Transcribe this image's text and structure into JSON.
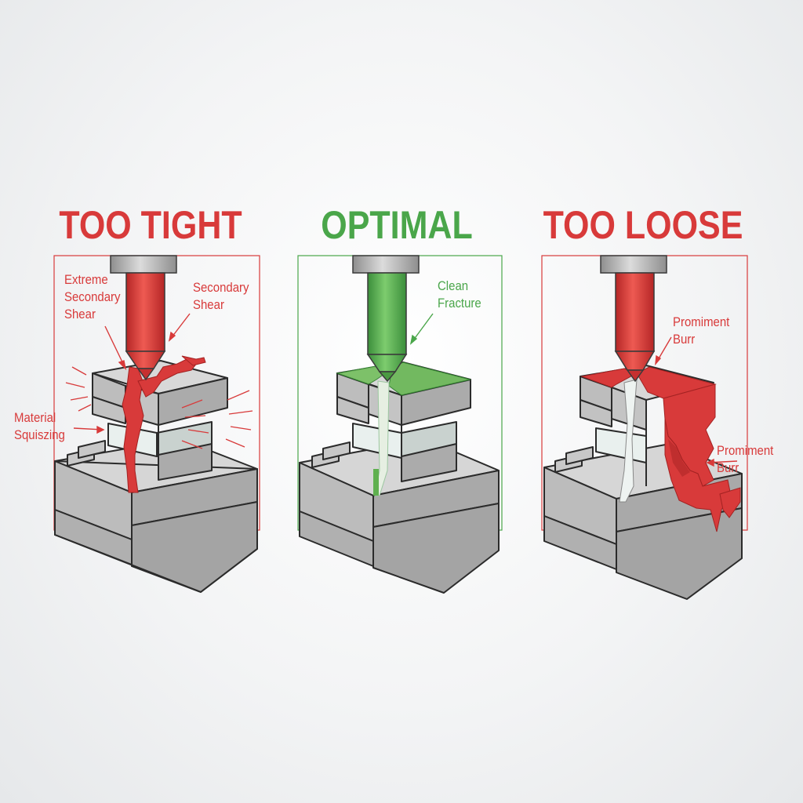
{
  "panels": [
    {
      "title": "TOO TIGHT",
      "color": "#d83a3a"
    },
    {
      "title": "OPTIMAL",
      "color": "#4aa64a"
    },
    {
      "title": "TOO LOOSE",
      "color": "#d83a3a"
    }
  ],
  "labels": {
    "tight_extreme": "Extreme\nSecondary\nShear",
    "tight_secondary": "Secondary\nShear",
    "tight_material": "Material\nSquiszing",
    "optimal_clean": "Clean\nFracture",
    "loose_burr_top": "Promiment\nBurr",
    "loose_burr_side": "Promiment Burr"
  },
  "colors": {
    "red": "#d83a3a",
    "green": "#4aa64a",
    "steel_light": "#d4d4d4",
    "steel_mid": "#bdbdbd",
    "steel_dark": "#a7a7a7",
    "outline": "#2b2b2b"
  }
}
